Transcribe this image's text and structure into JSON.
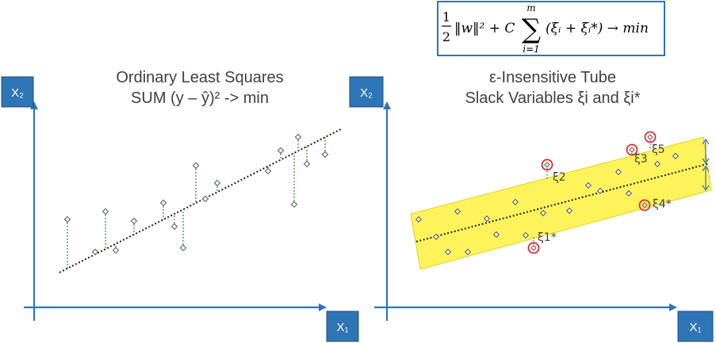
{
  "left_panel": {
    "title_line1": "Ordinary Least Squares",
    "title_line2": "SUM (y – ŷ)² -> min",
    "y_axis_label": "X₂",
    "x_axis_label": "X₁"
  },
  "right_panel": {
    "title_line1": "ε-Insensitive Tube",
    "title_line2": "Slack Variables ξi and ξi*",
    "y_axis_label": "X₂",
    "x_axis_label": "X₁",
    "slack_labels": [
      "ξ2",
      "ξ3",
      "ξ5",
      "ξ4*",
      "ξ1*"
    ]
  },
  "formula": {
    "half": "1",
    "half_den": "2",
    "norm": "‖w‖² + C",
    "sum_top": "m",
    "sum_bottom": "i=1",
    "summand": "(ξᵢ + ξᵢ*) → min"
  },
  "colors": {
    "axis_blue": "#2e75b6",
    "tube_yellow": "#fff35c",
    "residual_green": "#4a9a5a",
    "slack_red": "#d9302b"
  }
}
